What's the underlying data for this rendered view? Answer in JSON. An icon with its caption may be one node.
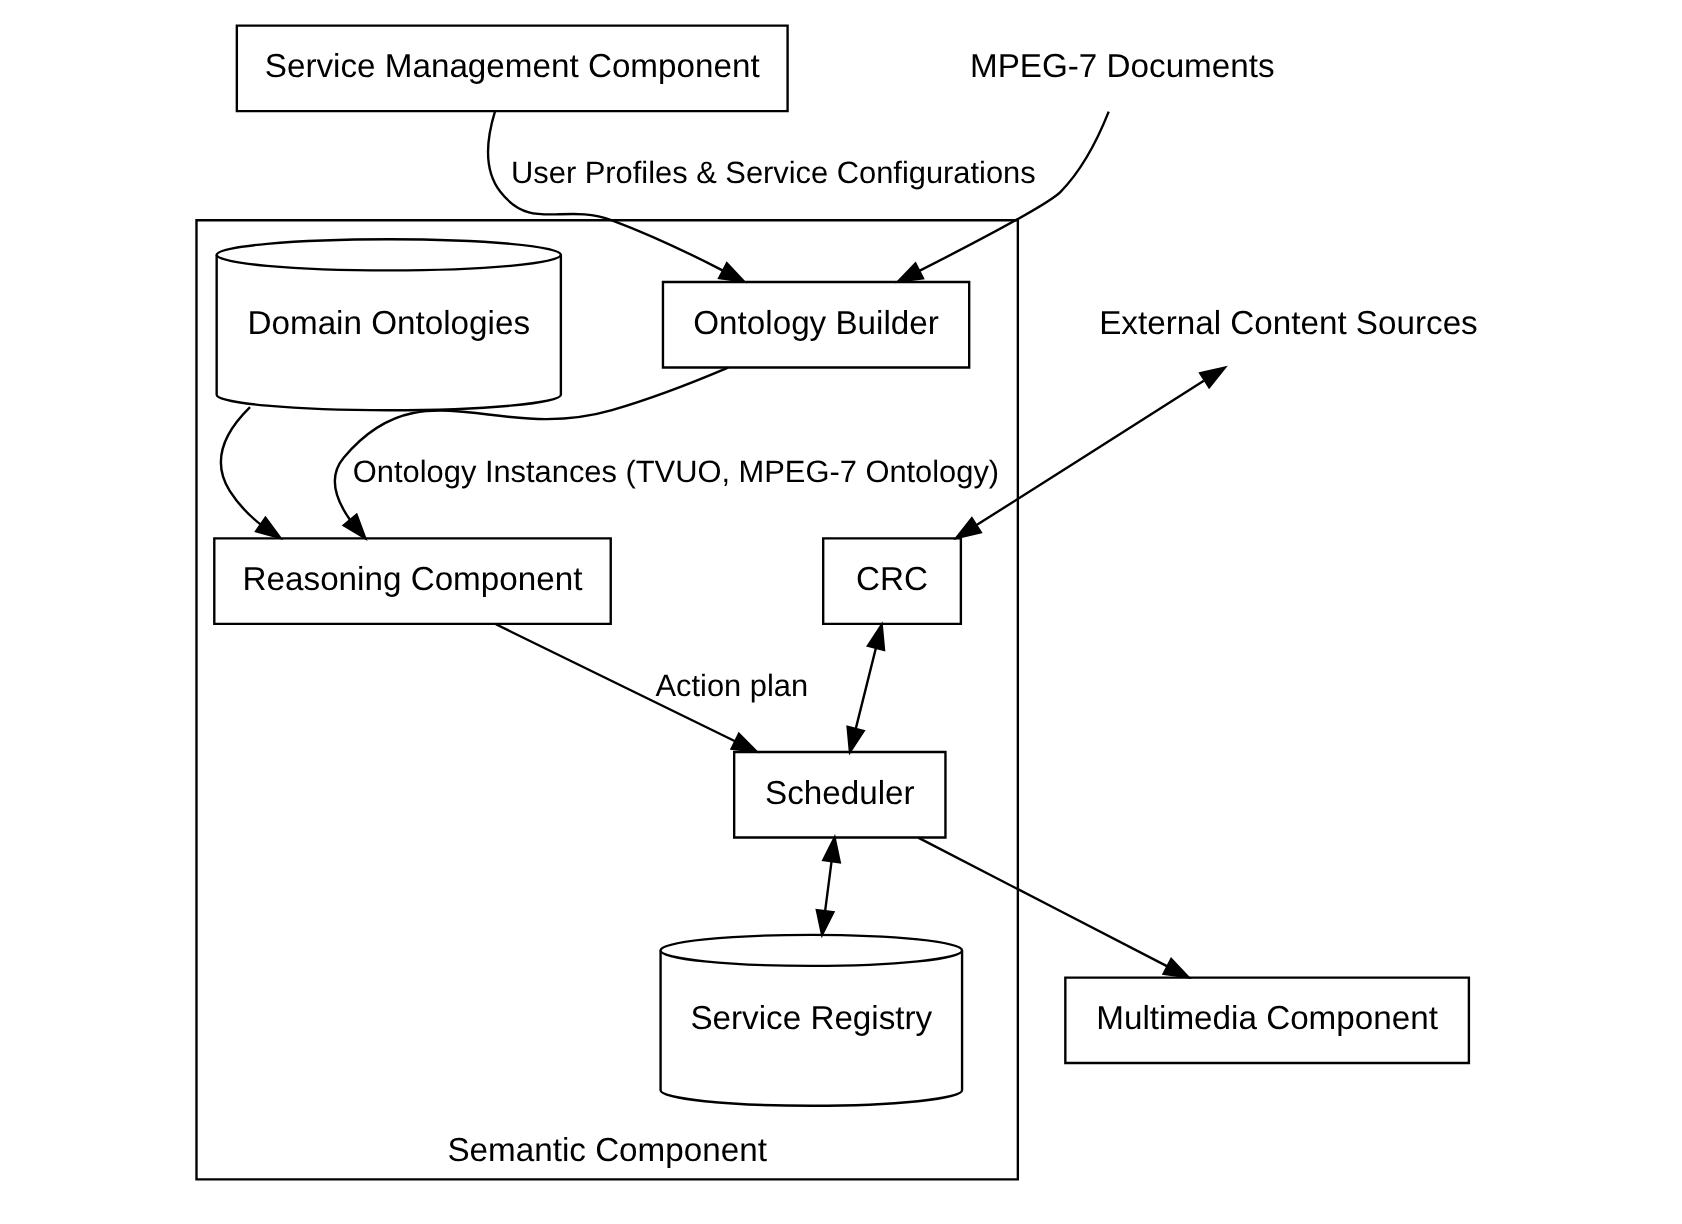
{
  "diagram": {
    "nodes": [
      {
        "text": [
          "Service Management Component"
        ]
      },
      {
        "text": [
          "MPEG-7 Documents"
        ]
      },
      {
        "text": [
          "External Content Sources"
        ]
      },
      {
        "text": [
          "Semantic Component"
        ]
      },
      {
        "text": [
          "Ontology Builder"
        ],
        "in": 3
      },
      {
        "text": [
          "CRC"
        ],
        "in": 3
      },
      {
        "text": [
          "Multimedia Component"
        ]
      },
      {
        "text": [
          "Reasoning Component"
        ],
        "in": 3
      },
      {
        "text": [
          "Scheduler"
        ],
        "in": 3
      },
      {
        "text": [
          "Domain Ontologies"
        ],
        "in": 3
      },
      {
        "text": [
          "Service Registry"
        ],
        "in": 3
      }
    ],
    "edges": [
      {
        "from": 1,
        "to": 4,
        "arrow": "to"
      },
      {
        "from": 0,
        "to": 4,
        "arrow": "to",
        "label": "User Profiles & Service Configurations"
      },
      {
        "from": 2,
        "to": 5,
        "arrow": "both"
      },
      {
        "from": 4,
        "to": 7,
        "arrow": "to",
        "label": "Ontology Instances (TVUO, MPEG-7 Ontology)"
      },
      {
        "from": 5,
        "to": 8,
        "arrow": "both"
      },
      {
        "from": 7,
        "to": 8,
        "arrow": "to",
        "label": "Action plan"
      },
      {
        "from": 9,
        "to": 7,
        "arrow": "to"
      },
      {
        "from": 8,
        "to": 10,
        "arrow": "both"
      },
      {
        "from": 8,
        "to": 6,
        "arrow": "to"
      }
    ]
  }
}
